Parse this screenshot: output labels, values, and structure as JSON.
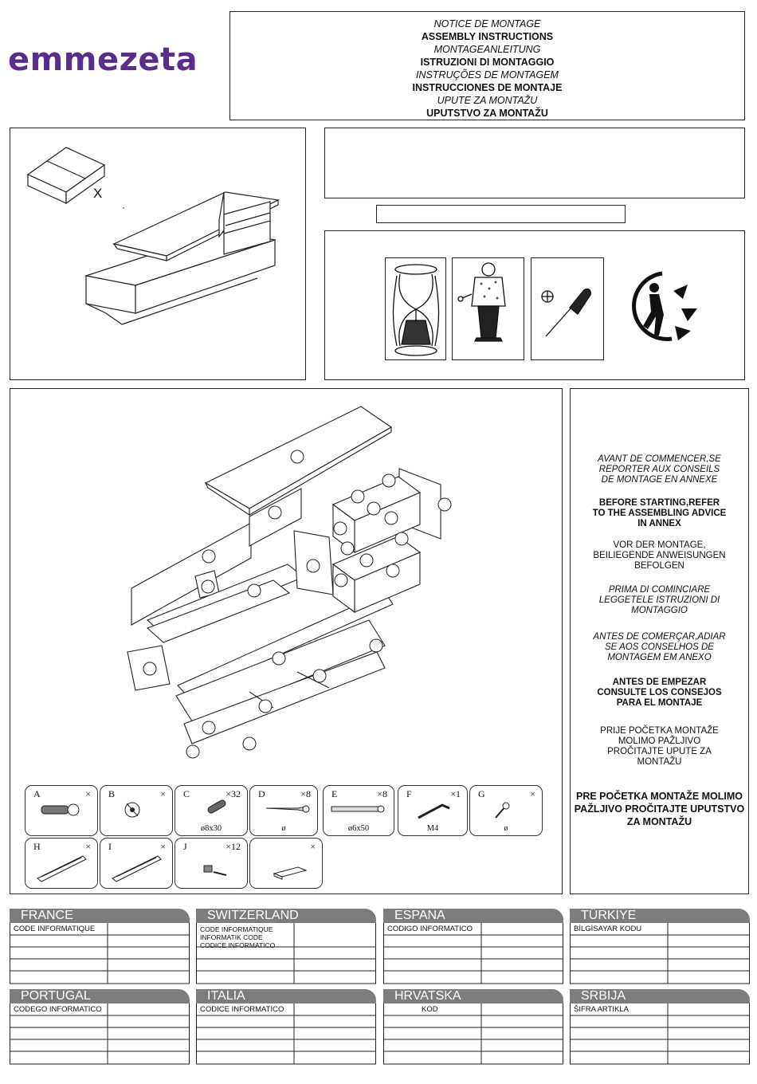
{
  "brand": "emmezeta",
  "title_lines": [
    {
      "text": "NOTICE DE MONTAGE",
      "style": "it"
    },
    {
      "text": "ASSEMBLY INSTRUCTIONS",
      "style": "b"
    },
    {
      "text": "MONTAGEANLEITUNG",
      "style": "it"
    },
    {
      "text": "ISTRUZIONI DI MONTAGGIO",
      "style": "b"
    },
    {
      "text": "INSTRUÇÕES DE MONTAGEM",
      "style": "it"
    },
    {
      "text": "INSTRUCCIONES DE MONTAJE",
      "style": "b"
    },
    {
      "text": "UPUTE ZA MONTAŽU",
      "style": "it"
    },
    {
      "text": "UPUTSTVO ZA MONTAŽU",
      "style": "b"
    }
  ],
  "package_count_mark": "X",
  "advice": [
    {
      "lines": [
        "AVANT DE COMMENCER,SE",
        "REPORTER AUX CONSEILS",
        "DE MONTAGE EN ANNEXE"
      ],
      "style": "it"
    },
    {
      "lines": [
        "BEFORE STARTING,REFER",
        "TO THE ASSEMBLING ADVICE",
        "IN ANNEX"
      ],
      "style": "b"
    },
    {
      "lines": [
        "VOR DER MONTAGE,",
        "BEILIEGENDE ANWEISUNGEN",
        "BEFOLGEN"
      ],
      "style": "n"
    },
    {
      "lines": [
        "PRIMA DI COMINCIARE",
        "LEGGETELE ISTRUZIONI DI",
        "MONTAGGIO"
      ],
      "style": "it"
    },
    {
      "lines": [
        "ANTES DE COMERÇAR,ADIAR",
        "SE AOS CONSELHOS DE",
        "MONTAGEM EM ANEXO"
      ],
      "style": "it"
    },
    {
      "lines": [
        "ANTES DE EMPEZAR",
        "CONSULTE LOS CONSEJOS",
        "PARA EL MONTAJE"
      ],
      "style": "b"
    },
    {
      "lines": [
        "PRIJE POČETKA MONTAŽE",
        "MOLIMO PAŽLJIVO",
        "PROČITAJTE UPUTE ZA",
        "MONTAŽU"
      ],
      "style": "n"
    },
    {
      "lines": [
        "PRE POČETKA MONTAŽE MOLIMO",
        "PAŽLJIVO PROČITAJTE UPUTSTVO",
        "ZA MONTAŽU"
      ],
      "style": "big"
    }
  ],
  "parts": [
    {
      "letter": "A",
      "qty": "×",
      "dim": "",
      "icon": "cam-lock-icon"
    },
    {
      "letter": "B",
      "qty": "×",
      "dim": "",
      "icon": "cam-fitting-icon"
    },
    {
      "letter": "C",
      "qty": "×32",
      "dim": "ø8x30",
      "icon": "dowel-icon"
    },
    {
      "letter": "D",
      "qty": "×8",
      "dim": "ø",
      "icon": "screw-icon"
    },
    {
      "letter": "E",
      "qty": "×8",
      "dim": "ø6x50",
      "icon": "long-screw-icon"
    },
    {
      "letter": "F",
      "qty": "×1",
      "dim": "M4",
      "icon": "allen-key-icon"
    },
    {
      "letter": "G",
      "qty": "×",
      "dim": "ø",
      "icon": "small-screw-icon"
    },
    {
      "letter": "H",
      "qty": "×",
      "dim": "",
      "icon": "drawer-rail-icon"
    },
    {
      "letter": "I",
      "qty": "×",
      "dim": "",
      "icon": "drawer-rail-icon"
    },
    {
      "letter": "J",
      "qty": "×12",
      "dim": "",
      "icon": "bracket-screw-icon"
    },
    {
      "letter": "",
      "qty": "×",
      "dim": "",
      "icon": "panel-piece-icon"
    }
  ],
  "countries": [
    {
      "name": "FRANCE",
      "labels": [
        "CODE INFORMATIQUE"
      ]
    },
    {
      "name": "SWITZERLAND",
      "labels": [
        "CODE INFORMATIQUE",
        "INFORMATIK CODE",
        "CODICE INFORMATICO"
      ]
    },
    {
      "name": "ESPANA",
      "labels": [
        "CODIGO INFORMATICO"
      ]
    },
    {
      "name": "TÜRKİYE",
      "labels": [
        "BİLGİSAYAR KODU"
      ]
    },
    {
      "name": "PORTUGAL",
      "labels": [
        "CODEGO INFORMATICO"
      ]
    },
    {
      "name": "ITALIA",
      "labels": [
        "CODICE INFORMATICO"
      ]
    },
    {
      "name": "HRVATSKA",
      "labels": [
        "KOD"
      ]
    },
    {
      "name": "SRBIJA",
      "labels": [
        "ŠIFRA ARTIKLA"
      ]
    }
  ]
}
